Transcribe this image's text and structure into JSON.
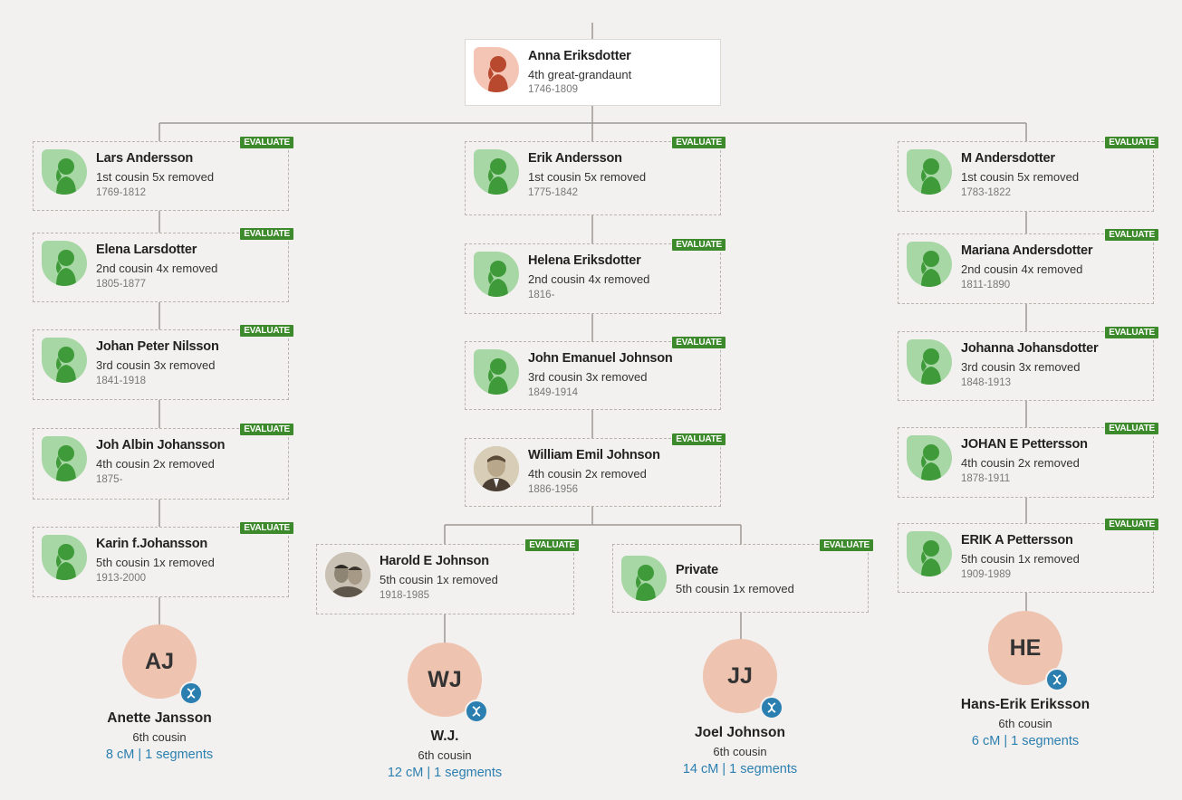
{
  "root": {
    "name": "Anna Eriksdotter",
    "relationship": "4th great-grandaunt",
    "dates": "1746-1809"
  },
  "evaluate_label": "EVALUATE",
  "columns": [
    {
      "people": [
        {
          "name": "Lars Andersson",
          "relationship": "1st cousin 5x removed",
          "dates": "1769-1812"
        },
        {
          "name": "Elena Larsdotter",
          "relationship": "2nd cousin 4x removed",
          "dates": "1805-1877"
        },
        {
          "name": "Johan Peter Nilsson",
          "relationship": "3rd cousin 3x removed",
          "dates": "1841-1918"
        },
        {
          "name": "Joh Albin Johansson",
          "relationship": "4th cousin 2x removed",
          "dates": "1875-"
        },
        {
          "name": "Karin f.Johansson",
          "relationship": "5th cousin 1x removed",
          "dates": "1913-2000"
        }
      ]
    },
    {
      "people": [
        {
          "name": "Erik Andersson",
          "relationship": "1st cousin 5x removed",
          "dates": "1775-1842"
        },
        {
          "name": "Helena Eriksdotter",
          "relationship": "2nd cousin 4x removed",
          "dates": "1816-"
        },
        {
          "name": "John Emanuel Johnson",
          "relationship": "3rd cousin 3x removed",
          "dates": "1849-1914"
        },
        {
          "name": "William Emil Johnson",
          "relationship": "4th cousin 2x removed",
          "dates": "1886-1956"
        }
      ]
    },
    {
      "people": [
        {
          "name": "M Andersdotter",
          "relationship": "1st cousin 5x removed",
          "dates": "1783-1822"
        },
        {
          "name": "Mariana Andersdotter",
          "relationship": "2nd cousin 4x removed",
          "dates": "1811-1890"
        },
        {
          "name": "Johanna Johansdotter",
          "relationship": "3rd cousin 3x removed",
          "dates": "1848-1913"
        },
        {
          "name": "JOHAN E Pettersson",
          "relationship": "4th cousin 2x removed",
          "dates": "1878-1911"
        },
        {
          "name": "ERIK A Pettersson",
          "relationship": "5th cousin 1x removed",
          "dates": "1909-1989"
        }
      ]
    }
  ],
  "branch": [
    {
      "name": "Harold E Johnson",
      "relationship": "5th cousin 1x removed",
      "dates": "1918-1985"
    },
    {
      "name": "Private",
      "relationship": "5th cousin 1x removed",
      "dates": ""
    }
  ],
  "matches": [
    {
      "initials": "AJ",
      "name": "Anette Jansson",
      "relationship": "6th cousin",
      "dna": "8 cM | 1 segments"
    },
    {
      "initials": "WJ",
      "name": "W.J.",
      "relationship": "6th cousin",
      "dna": "12 cM | 1 segments"
    },
    {
      "initials": "JJ",
      "name": "Joel Johnson",
      "relationship": "6th cousin",
      "dna": "14 cM | 1 segments"
    },
    {
      "initials": "HE",
      "name": "Hans-Erik Eriksson",
      "relationship": "6th cousin",
      "dna": "6 cM | 1 segments"
    }
  ],
  "colors": {
    "badge": "#3c8a2b",
    "link": "#2b7fb0",
    "match_circle": "#eec3af",
    "avatar_female": "#a8d7a6"
  },
  "icons": {
    "avatar": "female-silhouette-icon",
    "dna": "dna-icon"
  }
}
